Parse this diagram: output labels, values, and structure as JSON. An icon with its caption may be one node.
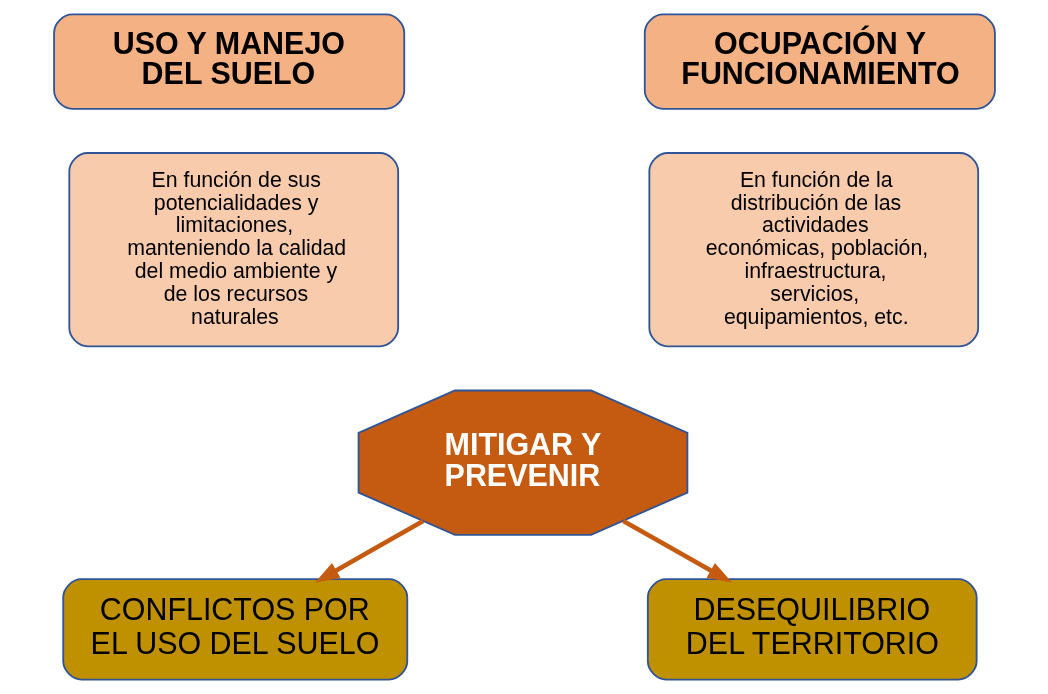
{
  "diagram": {
    "nodes": [
      {
        "text": [
          "USO Y MANEJO DEL SUELO"
        ]
      },
      {
        "text": [
          "En función de sus potencialidades y limitaciones, manteniendo la calidad del medio ambiente y de los recursos naturales"
        ]
      },
      {
        "text": [
          "OCUPACIÓN Y FUNCIONAMIENTO"
        ]
      },
      {
        "text": [
          "En función de la distribución de las actividades económicas, población, infraestructura, servicios, equipamientos, etc."
        ]
      },
      {
        "text": [
          "MITIGAR Y PREVENIR"
        ]
      },
      {
        "text": [
          "CONFLICTOS POR EL USO DEL SUELO"
        ]
      },
      {
        "text": [
          "DESEQUILIBRIO DEL TERRITORIO"
        ]
      }
    ],
    "edges": [
      {
        "from": 4,
        "to": 5,
        "arrow": "to",
        "color": "#c55a11"
      },
      {
        "from": 4,
        "to": 6,
        "arrow": "to",
        "color": "#c55a11"
      }
    ]
  }
}
